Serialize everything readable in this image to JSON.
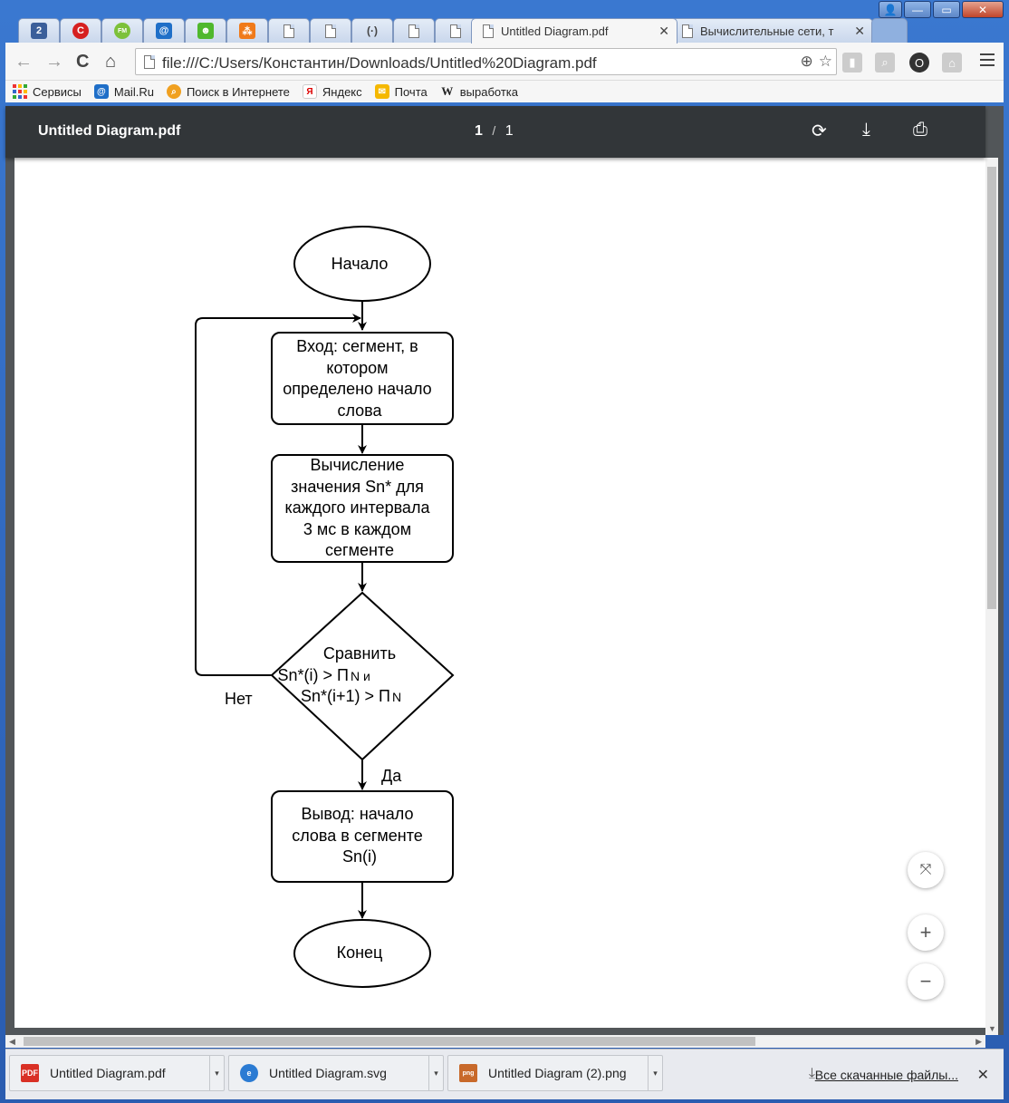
{
  "window": {
    "caption": {
      "user": "👤",
      "minimize": "—",
      "maximize": "▭",
      "close": "✕"
    }
  },
  "tabs": [
    {
      "label": "",
      "icon": "2"
    },
    {
      "label": "",
      "icon": "C"
    },
    {
      "label": "",
      "icon": "FM"
    },
    {
      "label": "",
      "icon": "@"
    },
    {
      "label": "",
      "icon": "☻"
    },
    {
      "label": "",
      "icon": "⁂"
    },
    {
      "label": "",
      "icon": "page"
    },
    {
      "label": "",
      "icon": "page"
    },
    {
      "label": "",
      "icon": "(·)"
    },
    {
      "label": "",
      "icon": "page"
    },
    {
      "label": "",
      "icon": "page"
    },
    {
      "label": "Untitled Diagram.pdf",
      "icon": "page",
      "active": true,
      "close": "✕"
    },
    {
      "label": "Вычислительные сети, т",
      "icon": "page",
      "close": "✕"
    }
  ],
  "toolbar": {
    "back": "←",
    "forward": "→",
    "reload": "C",
    "home": "⌂",
    "url": "file:///C:/Users/Константин/Downloads/Untitled%20Diagram.pdf",
    "zoom_icon": "⊕",
    "star_icon": "☆"
  },
  "bookmarks": [
    {
      "label": "Сервисы"
    },
    {
      "label": "Mail.Ru"
    },
    {
      "label": "Поиск в Интернете"
    },
    {
      "label": "Яндекс"
    },
    {
      "label": "Почта"
    },
    {
      "label": "выработка"
    }
  ],
  "pdf_viewer": {
    "title": "Untitled Diagram.pdf",
    "current_page": "1",
    "separator": "/",
    "total_pages": "1",
    "rotate_icon": "⟳",
    "download_icon": "⤓",
    "print_icon": "⎙"
  },
  "diagram": {
    "start": "Начало",
    "input_lines": [
      "Вход: сегмент, в",
      "котором",
      "определено начало",
      "слова"
    ],
    "compute_lines": [
      "Вычисление",
      "значения Sn* для",
      "каждого интервала",
      "3 мс в каждом",
      "сегменте"
    ],
    "decision_line1": "Сравнить",
    "decision_line2": "Sn*(i) > П",
    "decision_line2_sub": "N и",
    "decision_line3": "Sn*(i+1) > П",
    "decision_line3_sub": "N",
    "no_label": "Нет",
    "yes_label": "Да",
    "output_lines": [
      "Вывод: начало",
      "слова в сегменте",
      "Sn(i)"
    ],
    "end": "Конец"
  },
  "zoom": {
    "fit": "⤧",
    "in": "+",
    "out": "−"
  },
  "downloads": {
    "items": [
      {
        "name": "Untitled Diagram.pdf",
        "type": "PDF"
      },
      {
        "name": "Untitled Diagram.svg",
        "type": "e"
      },
      {
        "name": "Untitled Diagram (2).png",
        "type": "png"
      }
    ],
    "all_label": "Все скачанные файлы...",
    "close": "✕"
  },
  "colors": {
    "pdf_toolbar": "#323639",
    "viewer_bg": "#525659",
    "frame": "#3a78d0"
  }
}
